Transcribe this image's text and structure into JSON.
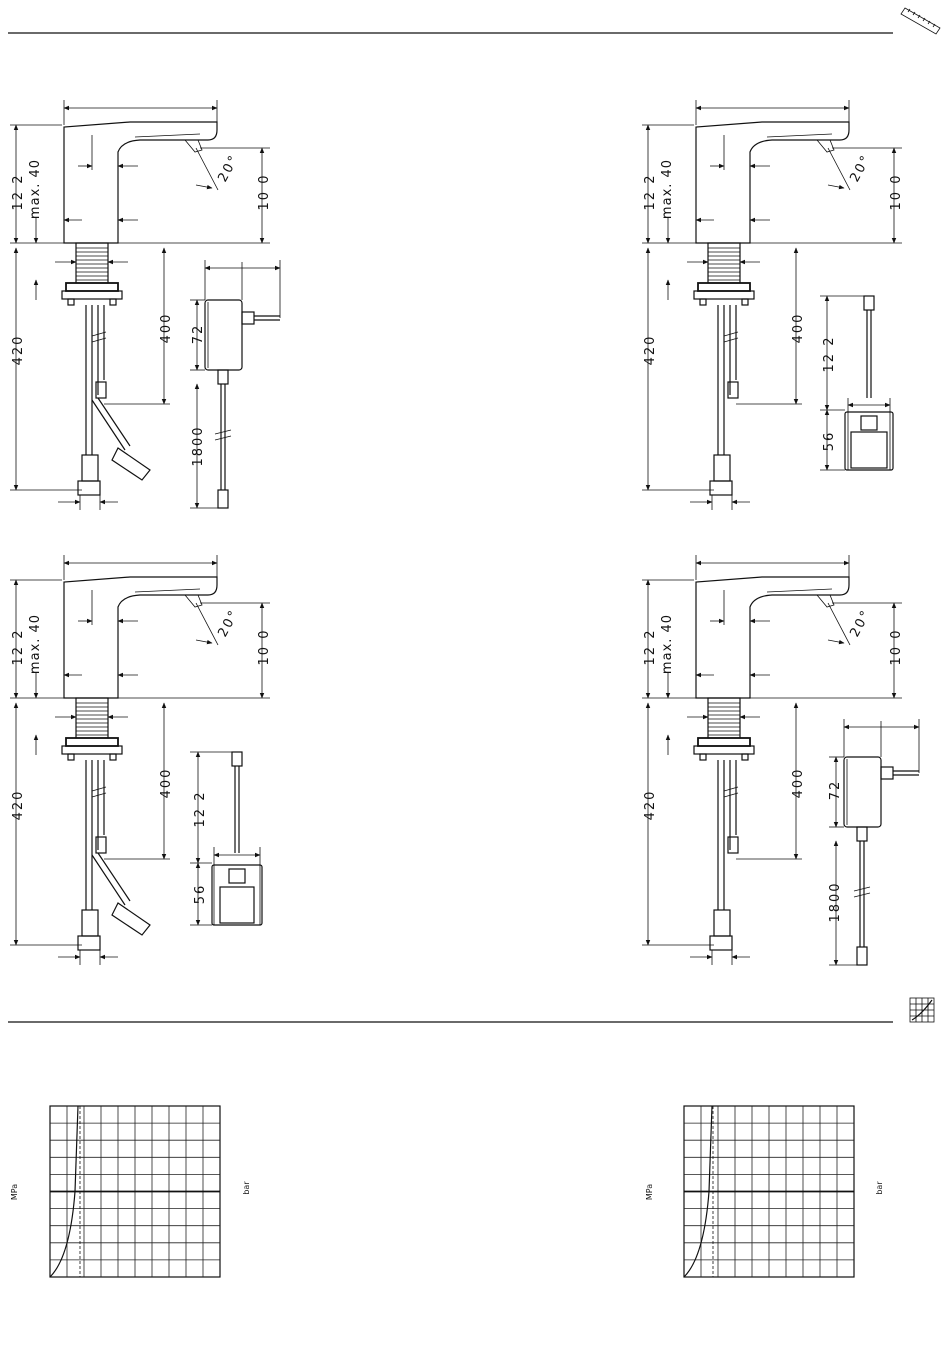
{
  "dimension_labels": {
    "h122": "12 2",
    "max40": "max. 40",
    "angle20": "20°",
    "h100": "10 0",
    "h420": "420",
    "h400": "400",
    "h72": "72",
    "h1800": "1800",
    "h122b": "12 2",
    "h56": "56"
  },
  "chart_units": {
    "left": "MPa",
    "right": "bar"
  },
  "icons": {
    "top_right": "ruler-icon",
    "section_icon": "flow-chart-icon"
  }
}
